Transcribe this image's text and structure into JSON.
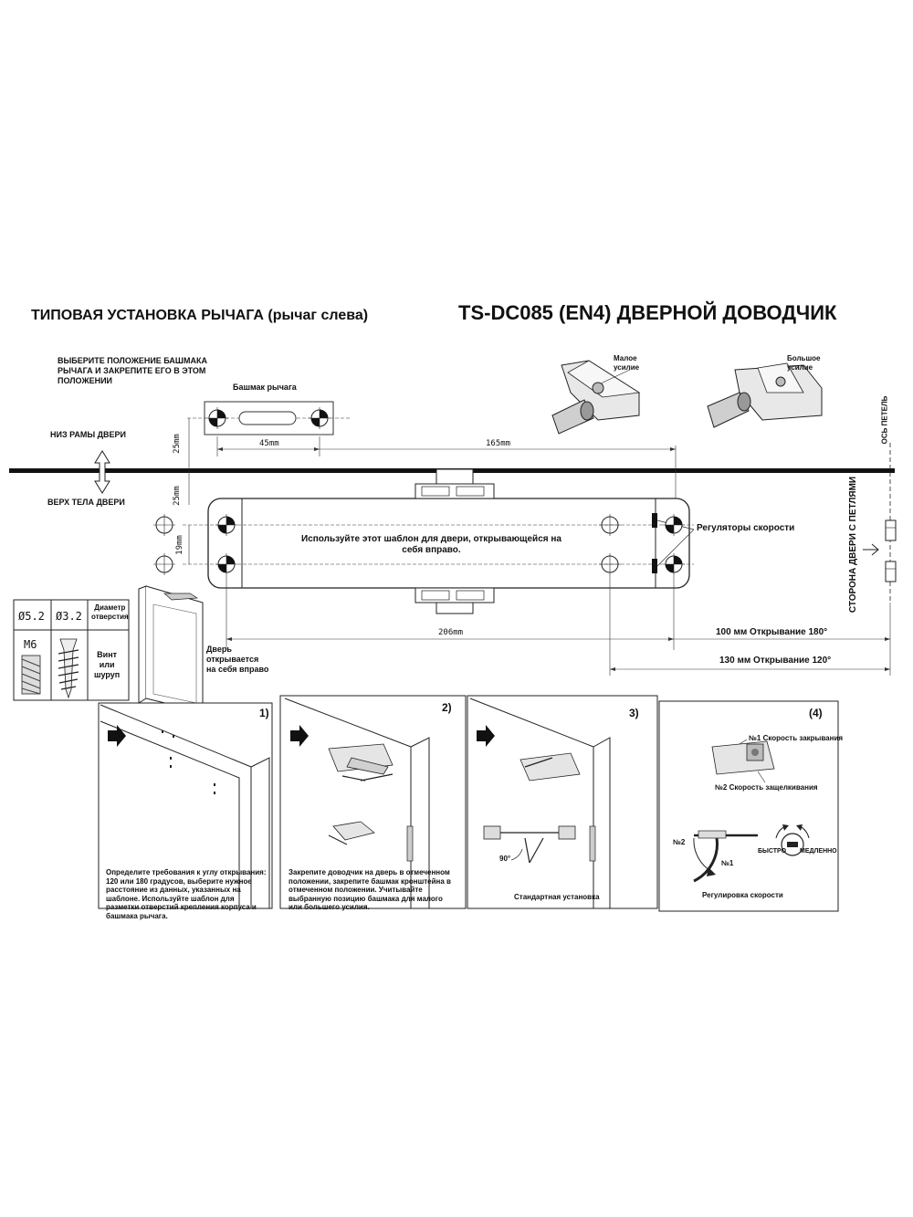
{
  "header": {
    "left_title": "ТИПОВАЯ УСТАНОВКА РЫЧАГА (рычаг слева)",
    "right_title": "TS-DC085 (EN4) ДВЕРНОЙ ДОВОДЧИК"
  },
  "shoe": {
    "instruction_lines": [
      "ВЫБЕРИТЕ ПОЛОЖЕНИЕ БАШМАКА",
      "РЫЧАГА И ЗАКРЕПИТЕ ЕГО В ЭТОМ",
      "ПОЛОЖЕНИИ"
    ],
    "label": "Башмак рычага"
  },
  "force": {
    "small_lines": [
      "Малое",
      "усилие"
    ],
    "large_lines": [
      "Большое",
      "усилие"
    ]
  },
  "frame": {
    "bottom_label": "НИЗ РАМЫ ДВЕРИ",
    "top_label": "ВЕРХ ТЕЛА ДВЕРИ"
  },
  "dimensions": {
    "d25_top": "25mm",
    "d45": "45mm",
    "d165": "165mm",
    "d25_bottom": "25mm",
    "d19": "19mm",
    "d206": "206mm",
    "open180": "100 мм   Открывание 180°",
    "open120": "130 мм   Открывание 120°"
  },
  "template_text_lines": [
    "Используйте этот шаблон для двери, открывающейся на",
    "себя вправо."
  ],
  "speed_regulators": "Регуляторы скорости",
  "hinge_side": {
    "axis": "ОСЬ ПЕТЕЛЬ",
    "side": "СТОРОНА ДВЕРИ С ПЕТЛЯМИ"
  },
  "hole_table": {
    "d1": "Ø5.2",
    "d2": "Ø3.2",
    "diameter_lines": [
      "Диаметр",
      "отверстия"
    ],
    "m6": "M6",
    "screw_lines": [
      "Винт",
      "или",
      "шуруп"
    ]
  },
  "door_opens": [
    "Дверь",
    "открывается",
    "на себя вправо"
  ],
  "steps": [
    {
      "num": "1)",
      "text": "Определите требования к углу открывания: 120 или 180 градусов, выберите нужное расстояние из данных, указанных на шаблоне. Используйте шаблон для разметки отверстий крепления корпуса и башмака рычага."
    },
    {
      "num": "2)",
      "text": "Закрепите доводчик на дверь в отмеченном положении, закрепите башмак кронштейна в отмеченном положении. Учитывайте выбранную позицию башмака для малого или большего усилия."
    },
    {
      "num": "3)",
      "text": "Стандартная установка",
      "angle": "90°"
    },
    {
      "num": "(4)",
      "text": "Регулировка скорости",
      "speed1": "№1 Скорость закрывания",
      "speed2": "№2 Скорость защелкивания",
      "n2": "№2",
      "n1": "№1",
      "fast": "БЫСТРО",
      "slow": "МЕДЛЕННО"
    }
  ]
}
